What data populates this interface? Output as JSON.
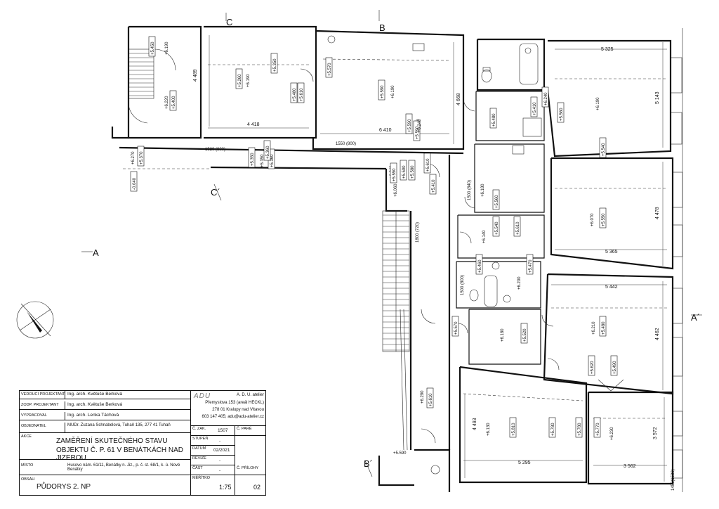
{
  "drawing": {
    "dimensions": {
      "d1": "4 418",
      "d2": "6 410",
      "d3": "4 489",
      "d4": "4 668",
      "d5": "5 325",
      "d6": "5 143",
      "d7": "5 365",
      "d8": "4 478",
      "d9": "5 442",
      "d10": "4 462",
      "d11": "5 295",
      "d12": "3 562",
      "d13": "4 493",
      "d14": "3 572"
    },
    "heights": {
      "h1": "+5.450",
      "h2": "+6.190",
      "h3": "+6.220",
      "h4": "+5.400",
      "h5": "+5.260",
      "h6": "+6.190",
      "h7": "+5.350",
      "h8": "+5.480",
      "h9": "+5.610",
      "h10": "+5.570",
      "h11": "+5.590",
      "h12": "+6.190",
      "h13": "+5.590",
      "h14": "+6.190",
      "h15": "+5.590",
      "h16": "+6.240",
      "h17": "+5.610",
      "h18": "+5.410",
      "h19": "+6.270",
      "h20": "+5.370",
      "h21": "+5.360",
      "h22": "+5.350",
      "h23": "+5.590",
      "h24": "+6.240",
      "h25": "+6.060",
      "h26": "+5.580",
      "h27": "+5.480",
      "h28": "+6.180",
      "h29": "+5.560",
      "h30": "+6.070",
      "h31": "+5.550",
      "h32": "+6.140",
      "h33": "+5.540",
      "h34": "+5.610",
      "h35": "+6.240",
      "h36": "+5.560",
      "h37": "+5.460",
      "h38": "+6.200",
      "h39": "+5.470",
      "h40": "+6.210",
      "h41": "+5.480",
      "h42": "+5.410",
      "h43": "+5.570",
      "h44": "+6.180",
      "h45": "+5.520",
      "h46": "+5.620",
      "h47": "+5.490",
      "h48": "+6.290",
      "h49": "+5.610",
      "h50": "+6.130",
      "h51": "+5.810",
      "h52": "+5.780",
      "h53": "+6.230",
      "h54": "+5.780",
      "h55": "+5.770",
      "h56": "+6.190",
      "h57": "+5.540",
      "h58": "-0.040",
      "h59": "+5.350",
      "h60": "+5.360",
      "h61": "+5.550"
    },
    "notes": {
      "n1": "1520 (800)",
      "n2": "1550 (800)",
      "n3": "1500 (840)",
      "n4": "1800 (720)",
      "n5": "1450(1580)",
      "n6": "+5.590",
      "n7": "1500 (800)"
    },
    "sections": {
      "a": "A",
      "a2": "A´",
      "b": "B",
      "b2": "B´",
      "c": "C",
      "c2": "C´"
    }
  },
  "titleblock": {
    "rows": [
      {
        "key": "VEDOUCÍ PROJEKTANT",
        "value": "Ing. arch. Květuše Berková"
      },
      {
        "key": "ZODP. PROJEKTANT",
        "value": "Ing. arch. Květuše Berková"
      },
      {
        "key": "VYPRACOVAL",
        "value": "Ing. arch. Lenka Táchová"
      },
      {
        "key": "OBJEDNATEL",
        "value": "MUDr. Zuzana Schnabelová, Tuhaň 135, 277 41 Tuhaň"
      }
    ],
    "action_key": "AKCE",
    "action_line1": "ZAMĚŘENÍ SKUTEČNÉHO STAVU",
    "action_line2": "OBJEKTU Č. P. 61  V BENÁTKÁCH NAD JIZEROU",
    "place_key": "MÍSTO",
    "place_value": "Husovo nám. 61/11, Benátky n. Jiz., p. č. st. 68/1, k. ú. Nové Benátky",
    "content_key": "OBSAH",
    "content_value": "PŮDORYS 2. NP",
    "firm_logo": "ADU",
    "firm_lines": [
      "A. D. U. atelier",
      "Přemyslova 153 (areál HECKL)",
      "278 01 Kralupy nad Vltavou",
      "603 147 405; adu@adu-atelier.cz"
    ],
    "zak_key": "Č. ZAK.",
    "zak_value": "1507",
    "pare_key": "Č. PARÉ",
    "stupen_key": "STUPEŇ",
    "stupen_value": "-",
    "datum_key": "DATUM",
    "datum_value": "02/2021",
    "revize_key": "REVIZE",
    "revize_value": "-",
    "cast_key": "ČÁST",
    "cast_value": "-",
    "prilohy_key": "Č. PŘÍLOHY",
    "meritko_key": "MĚŘÍTKO",
    "meritko_value": "1:75",
    "priloha_value": "02"
  }
}
